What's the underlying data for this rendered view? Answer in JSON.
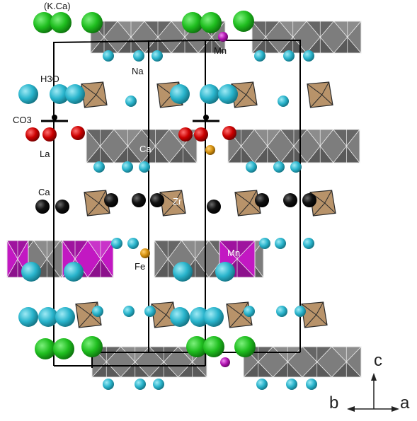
{
  "labels": {
    "kca": "(K.Ca)",
    "mn_top": "Mn",
    "na": "Na",
    "h3o": "H3O",
    "co3": "CO3",
    "la": "La",
    "ca_upper": "Ca",
    "ca_left": "Ca",
    "zr": "Zr",
    "mn_mid": "Mn",
    "fe": "Fe"
  },
  "axes": {
    "c": "c",
    "b": "b",
    "a": "a"
  },
  "colors": {
    "kca_sphere": "#1fbe1f",
    "na_sphere": "#29b4cc",
    "la_sphere": "#cc0000",
    "ca_sphere": "#0a0a0a",
    "mn_sphere": "#b012b0",
    "fe_sphere": "#d4900e",
    "octahedron_gray": "#7d7d7d",
    "octahedron_magenta": "#c218c2",
    "zr_polyhedron": "#b8936a",
    "cell_line": "#000000"
  }
}
